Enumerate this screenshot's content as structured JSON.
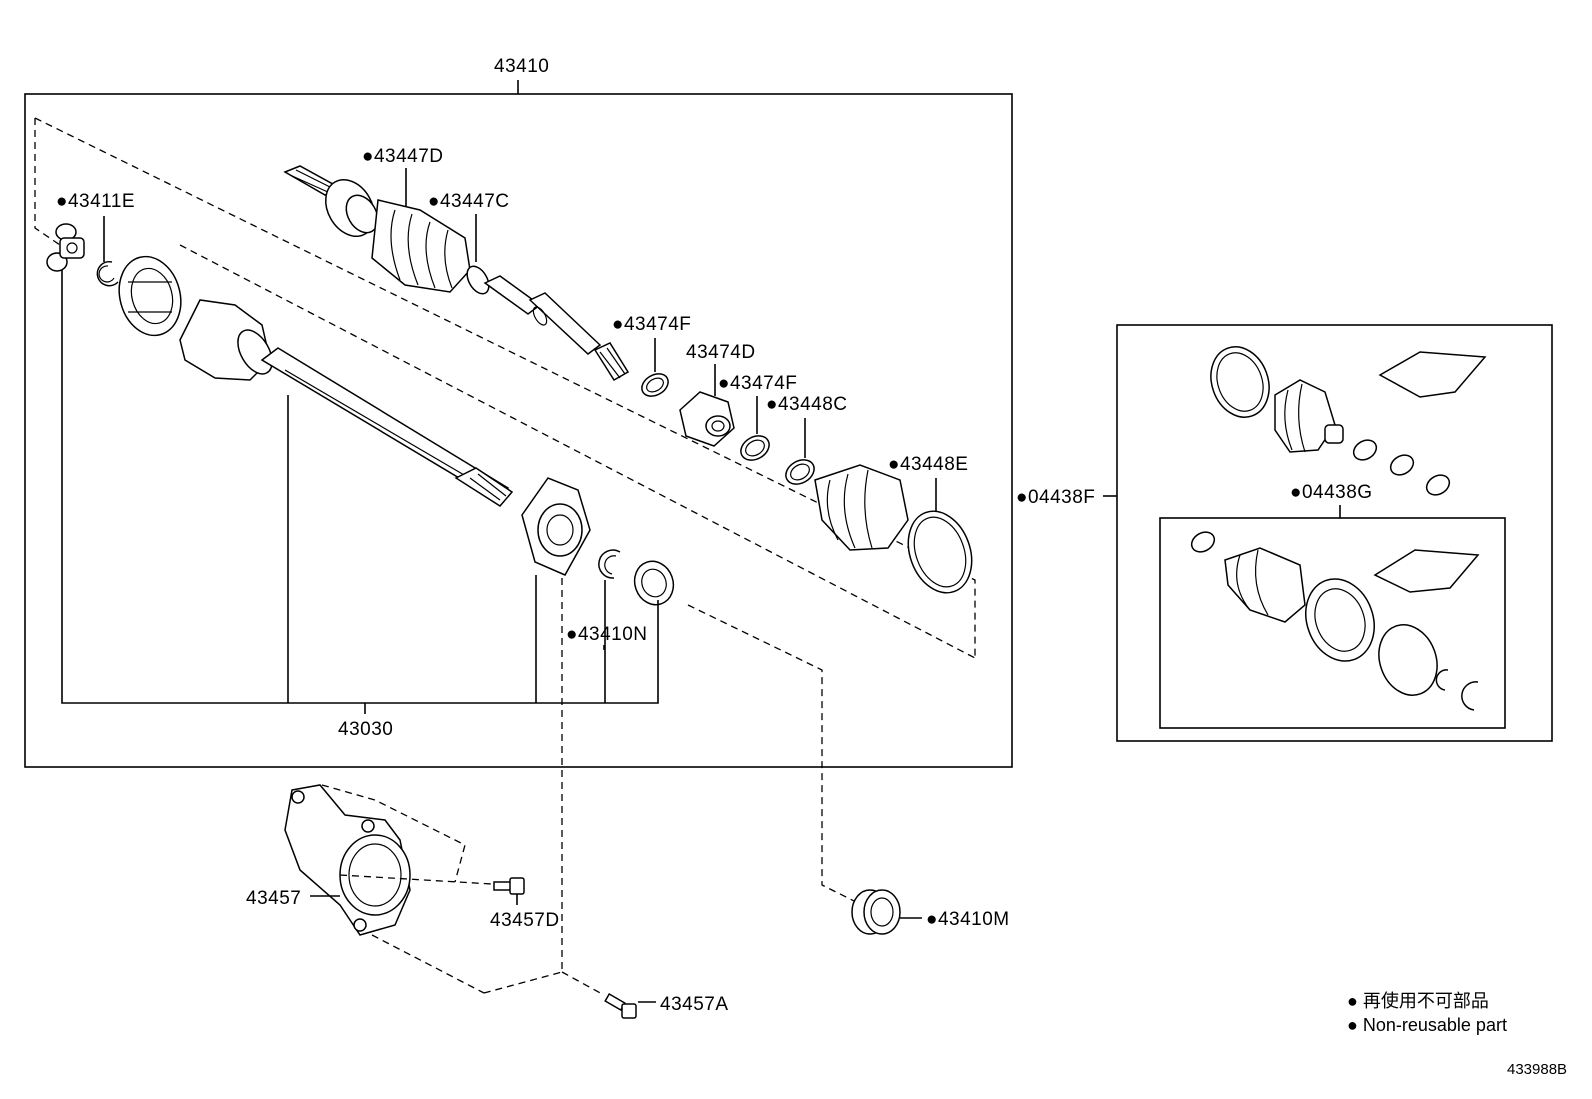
{
  "diagram": {
    "code": "433988B",
    "callouts": {
      "assembly": "43410",
      "outboard_boot": "●43447D",
      "outboard_boot_small": "●43447C",
      "inboard_tripod": "●43411E",
      "boot_clamp_f1": "●43474F",
      "damper": "43474D",
      "boot_clamp_f2": "●43474F",
      "clamp_c": "●43448C",
      "clamp_e": "●43448E",
      "snap_ring_n": "●43410N",
      "shaft_group": "43030",
      "boot_kit_f": "●04438F",
      "boot_kit_g": "●04438G",
      "bracket": "43457",
      "bolt_d": "43457D",
      "bolt_a": "43457A",
      "oil_seal_m": "●43410M"
    },
    "legend": {
      "japanese": "● 再使用不可部品",
      "english": "● Non-reusable part"
    }
  }
}
